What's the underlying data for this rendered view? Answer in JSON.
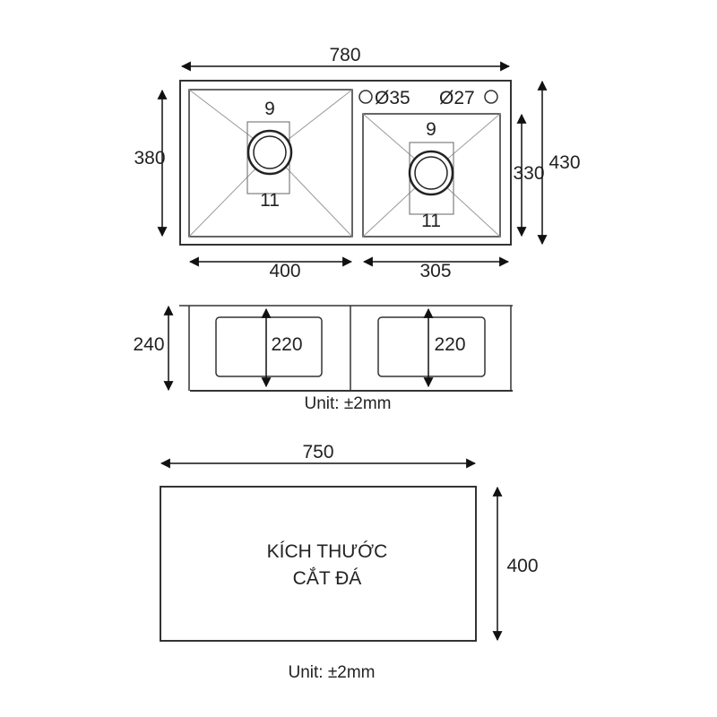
{
  "top_view": {
    "overall_width": "780",
    "left_bowl_width": "400",
    "right_bowl_width": "305",
    "left_bowl_height": "380",
    "right_bowl_height": "330",
    "overall_height": "430",
    "hole_large": "Ø35",
    "hole_small": "Ø27",
    "left_drain_top": "9",
    "left_drain_bottom": "11",
    "right_drain_top": "9",
    "right_drain_bottom": "11"
  },
  "side_view": {
    "overall_depth": "240",
    "left_bowl_depth": "220",
    "right_bowl_depth": "220",
    "unit_note": "Unit: ±2mm"
  },
  "cutout": {
    "width": "750",
    "height": "400",
    "label_line1": "KÍCH THƯỚC",
    "label_line2": "CẮT ĐÁ",
    "unit_note": "Unit: ±2mm"
  }
}
